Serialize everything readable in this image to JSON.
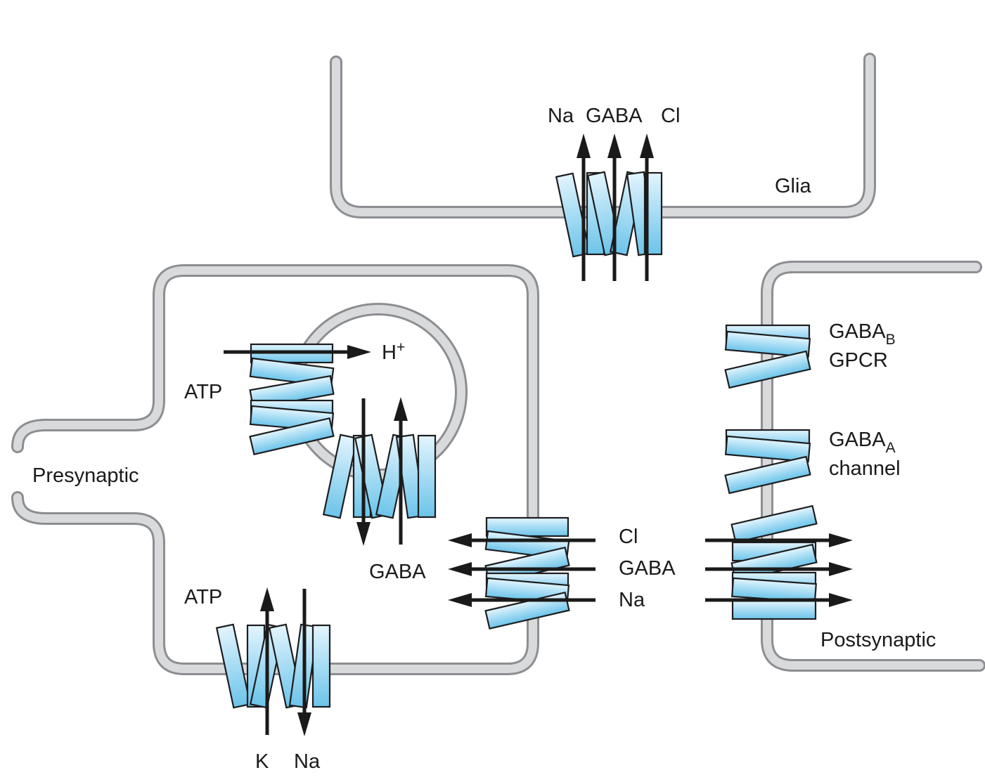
{
  "compartments": {
    "glia": "Glia",
    "presynaptic": "Presynaptic",
    "postsynaptic": "Postsynaptic"
  },
  "glial_transporter": {
    "na": "Na",
    "gaba": "GABA",
    "cl": "Cl"
  },
  "vesicular_atpase": {
    "atp": "ATP",
    "proton": "H",
    "proton_charge": "+"
  },
  "vesicular_transporter": {
    "gaba": "GABA"
  },
  "plasma_transporter": {
    "cl": "Cl",
    "gaba": "GABA",
    "na": "Na"
  },
  "na_k_pump": {
    "atp": "ATP",
    "k": "K",
    "na": "Na"
  },
  "gaba_b": {
    "name": "GABA",
    "subscript": "B",
    "type": "GPCR"
  },
  "gaba_a": {
    "name": "GABA",
    "subscript": "A",
    "type": "channel"
  },
  "colors": {
    "helix_light": "#e3f5fd",
    "helix_mid": "#9fdaf3",
    "helix_dark": "#6cc4ea",
    "membrane_edge": "#8c8e91",
    "membrane_fill": "#d9dadc"
  }
}
